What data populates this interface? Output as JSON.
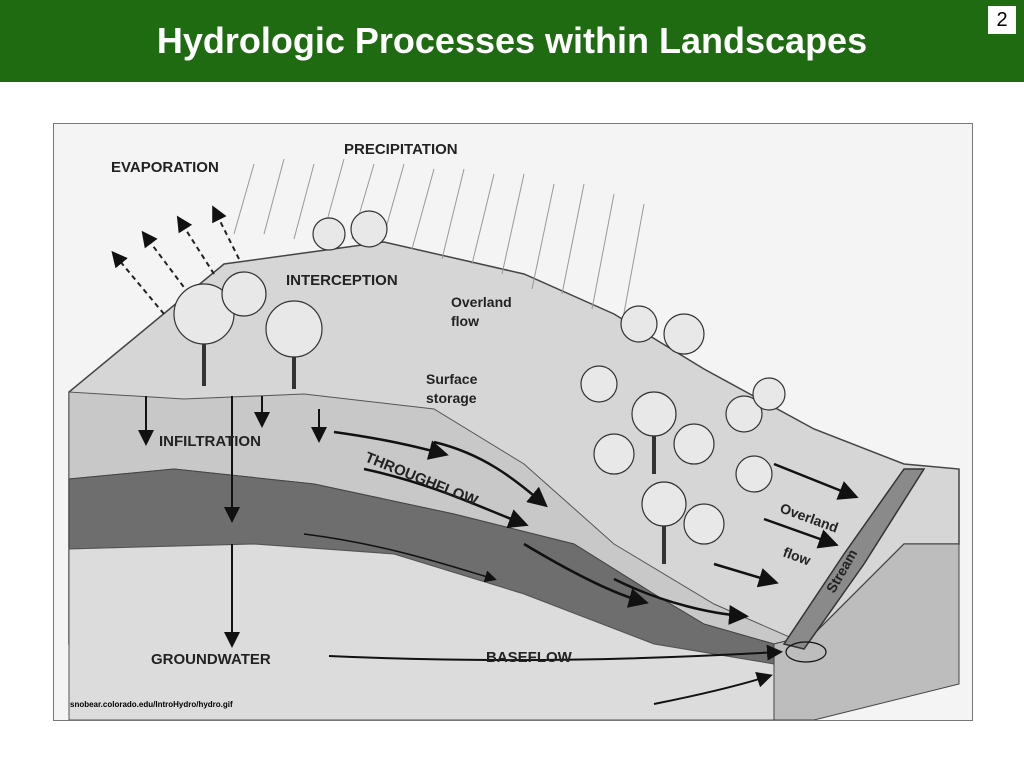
{
  "slide": {
    "title": "Hydrologic Processes within Landscapes",
    "page_number": "2",
    "header_color": "#1f6b12"
  },
  "diagram": {
    "labels": {
      "precipitation": "PRECIPITATION",
      "evaporation": "EVAPORATION",
      "interception": "INTERCEPTION",
      "overland_flow_top_1": "Overland",
      "overland_flow_top_2": "flow",
      "surface_storage_1": "Surface",
      "surface_storage_2": "storage",
      "infiltration": "INFILTRATION",
      "throughflow": "THROUGHFLOW",
      "overland_flow_right_1": "Overland",
      "overland_flow_right_2": "flow",
      "stream": "Stream",
      "groundwater": "GROUNDWATER",
      "baseflow": "BASEFLOW"
    },
    "source_credit": "snobear.colorado.edu/IntroHydro/hydro.gif"
  }
}
